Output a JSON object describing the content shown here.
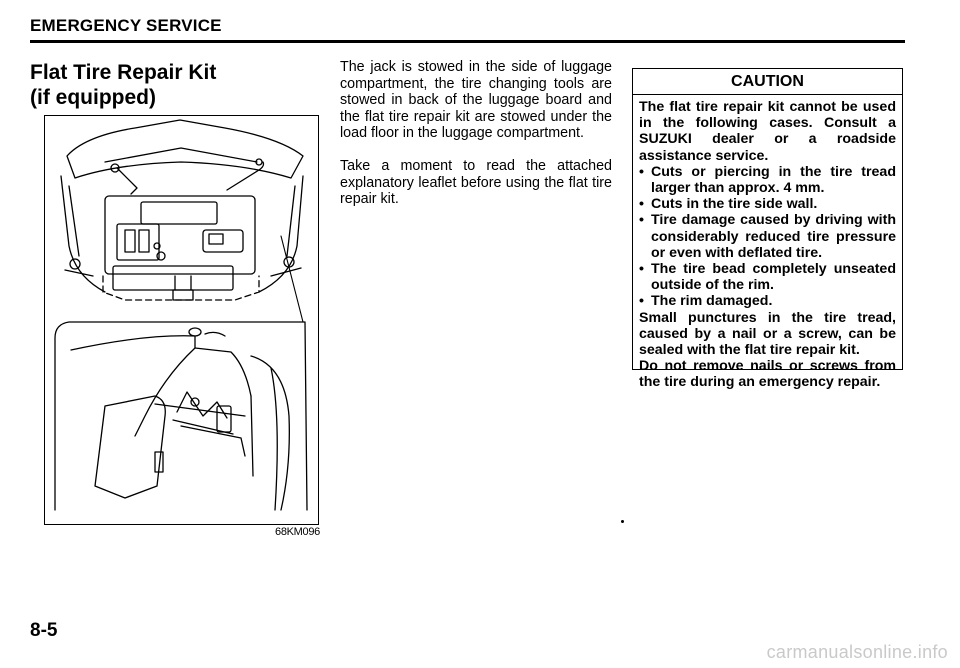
{
  "header": {
    "section": "EMERGENCY SERVICE"
  },
  "title": {
    "line1": "Flat Tire Repair Kit",
    "line2": "(if equipped)"
  },
  "figure": {
    "code": "68KM096"
  },
  "body": {
    "paragraphs": [
      "The jack is stowed in the side of luggage compartment, the tire changing tools are stowed in back of the luggage board and the flat tire repair kit are stowed under the load floor in the luggage compartment.",
      "Take a moment to read the attached explanatory leaflet before using the flat tire repair kit."
    ]
  },
  "caution": {
    "heading": "CAUTION",
    "intro": "The flat tire repair kit cannot be used in the following cases. Consult a SUZUKI dealer or a roadside assistance service.",
    "bullet_char": "•",
    "items": [
      "Cuts or piercing in the tire tread larger than approx. 4 mm.",
      "Cuts in the tire side wall.",
      "Tire damage caused by driving with considerably reduced tire pressure or even with deflated tire.",
      "The tire bead completely unseated outside of the rim.",
      "The rim damaged."
    ],
    "note1": "Small punctures in the tire tread, caused by a nail or a screw, can be sealed with the flat tire repair kit.",
    "note2": "Do not remove nails or screws from the tire during an emergency repair."
  },
  "footer": {
    "page_number": "8-5"
  },
  "watermark": "carmanualsonline.info"
}
